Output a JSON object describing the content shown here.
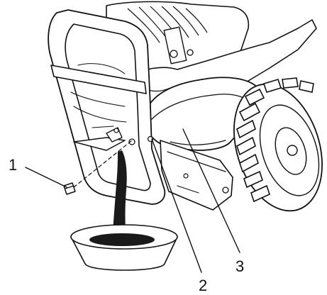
{
  "figure": {
    "callouts": [
      {
        "id": "1",
        "label": "1"
      },
      {
        "id": "2",
        "label": "2"
      },
      {
        "id": "3",
        "label": "3"
      }
    ],
    "colors": {
      "ink": "#111111",
      "oil": "#1a1a1a",
      "paper": "#ffffff"
    }
  }
}
